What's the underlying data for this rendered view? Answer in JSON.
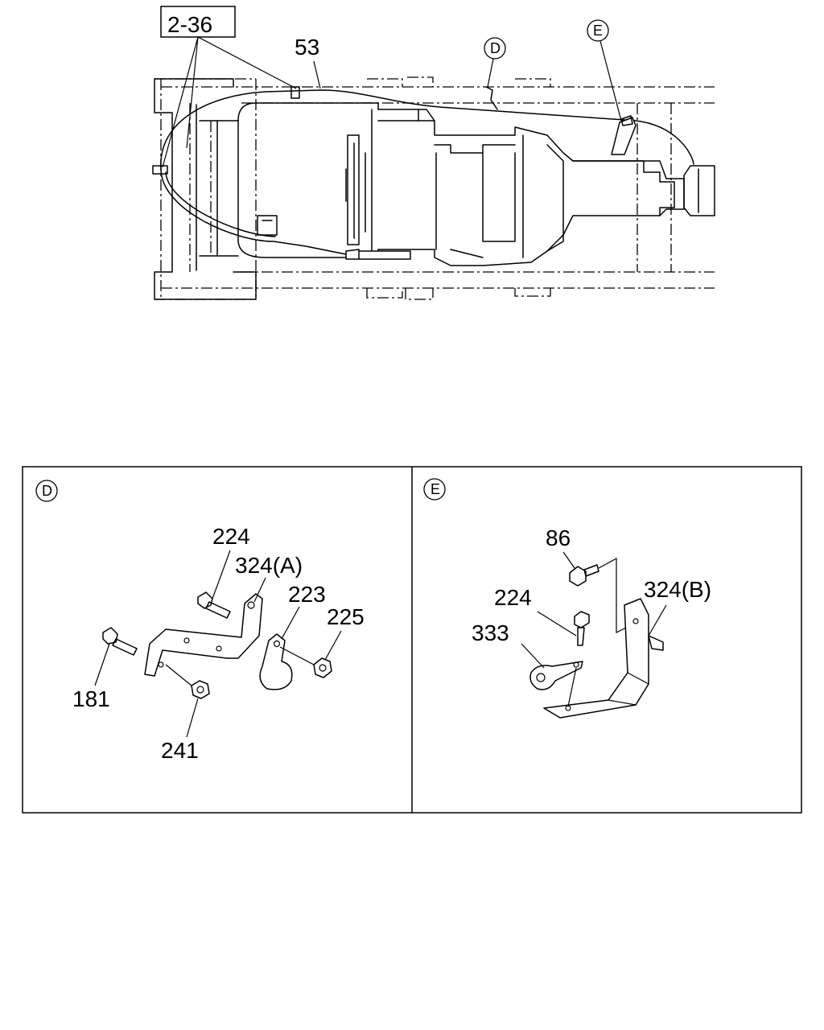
{
  "main_view": {
    "ref_box_label": "2-36",
    "callouts": {
      "cable": "53",
      "detail_d": "D",
      "detail_e": "E"
    }
  },
  "detail_d": {
    "marker": "D",
    "labels": {
      "bolt_top": "224",
      "bracket": "324(A)",
      "clip": "223",
      "nut_right": "225",
      "bolt_left": "181",
      "nut_bottom": "241"
    }
  },
  "detail_e": {
    "marker": "E",
    "labels": {
      "bolt_top": "86",
      "bolt_mid": "224",
      "bracket": "324(B)",
      "clip": "333"
    }
  }
}
